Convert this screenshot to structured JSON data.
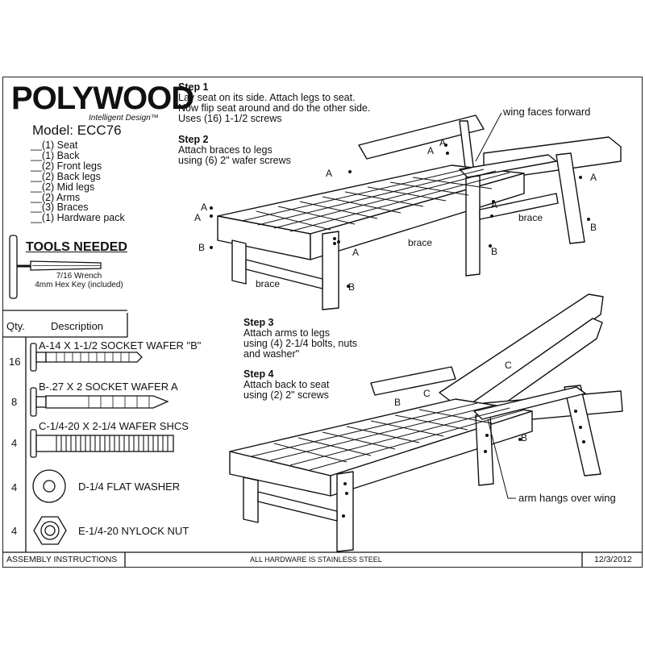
{
  "brand": {
    "logo": "POLYWOOD",
    "tagline": "Intelligent Design™"
  },
  "model": "Model: ECC76",
  "parts": [
    "__(1) Seat",
    "__(1) Back",
    "__(2) Front legs",
    "__(2) Back legs",
    "__(2) Mid legs",
    "__(2) Arms",
    "__(3) Braces",
    "__(1) Hardware pack"
  ],
  "tools": {
    "heading": "TOOLS NEEDED",
    "line1": "7/16 Wrench",
    "line2": "4mm Hex Key (included)"
  },
  "hardware_table": {
    "col_qty": "Qty.",
    "col_desc": "Description",
    "rows": [
      {
        "qty": "16",
        "label": "A-14 X 1-1/2 SOCKET WAFER \"B\""
      },
      {
        "qty": "8",
        "label": "B-.27 X 2 SOCKET WAFER A"
      },
      {
        "qty": "4",
        "label": "C-1/4-20 X 2-1/4 WAFER SHCS"
      },
      {
        "qty": "4",
        "label": "D-1/4 FLAT WASHER"
      },
      {
        "qty": "4",
        "label": "E-1/4-20 NYLOCK NUT"
      }
    ]
  },
  "steps": [
    {
      "title": "Step 1",
      "lines": [
        "Lay seat on its side. Attach legs to seat.",
        "Now flip seat around and do the other side.",
        "Uses (16) 1-1/2 screws"
      ]
    },
    {
      "title": "Step 2",
      "lines": [
        "Attach braces to legs",
        "using (6) 2\" wafer screws"
      ]
    },
    {
      "title": "Step 3",
      "lines": [
        "Attach arms to legs",
        "using (4) 2-1/4 bolts, nuts",
        "and washer\""
      ]
    },
    {
      "title": "Step 4",
      "lines": [
        "Attach back to seat",
        "using (2) 2\" screws"
      ]
    }
  ],
  "callouts": {
    "wing": "wing faces forward",
    "arm": "arm hangs over wing"
  },
  "diagram_labels": {
    "brace": "brace",
    "a": "A",
    "b": "B",
    "c": "C"
  },
  "footer": {
    "left": "ASSEMBLY INSTRUCTIONS",
    "center": "ALL HARDWARE IS STAINLESS STEEL",
    "date": "12/3/2012"
  }
}
